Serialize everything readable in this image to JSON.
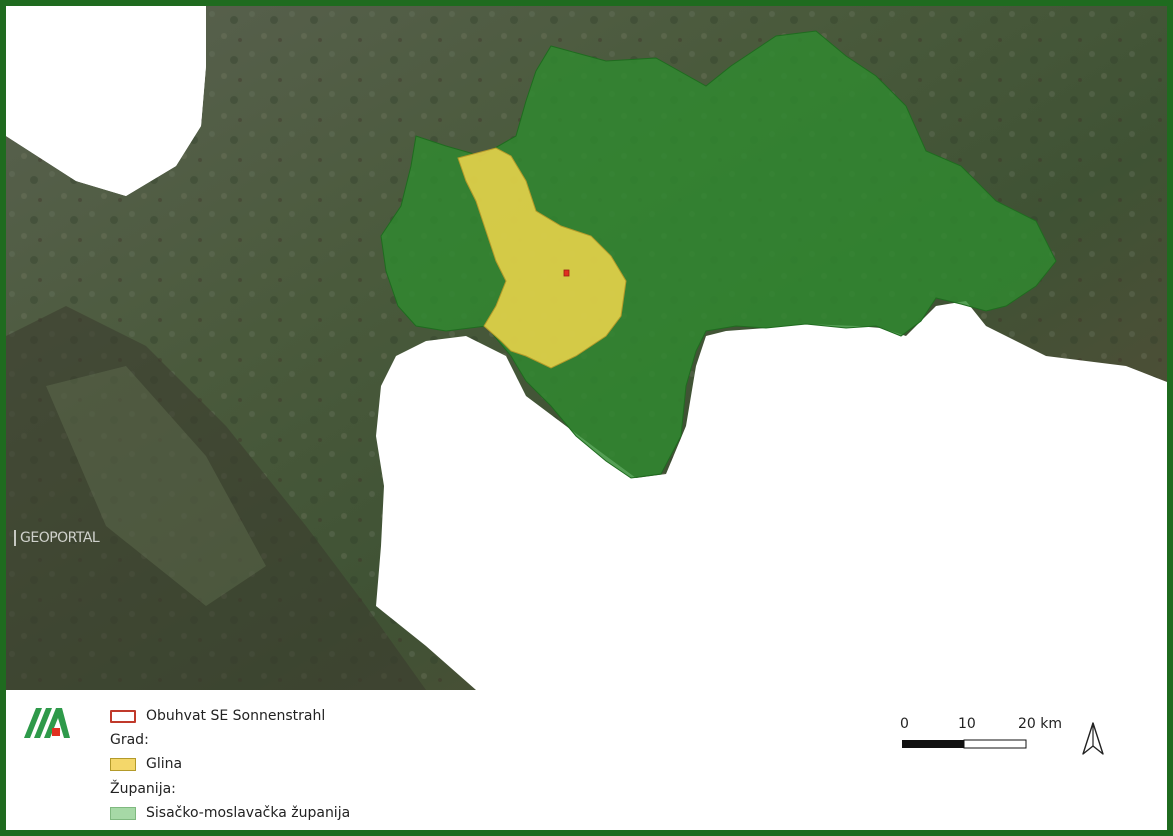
{
  "map": {
    "watermark": "GEOPORTAL",
    "colors": {
      "county_fill": "#2f8a2f",
      "city_fill": "#e6d24a",
      "site_marker": "#e03020",
      "background": "#ffffff"
    }
  },
  "legend": {
    "items": [
      {
        "label": "Obuhvat SE Sonnenstrahl",
        "style": "outline",
        "color": "#c0392b"
      },
      {
        "heading": "Grad:"
      },
      {
        "label": "Glina",
        "style": "fill",
        "color": "#f4d76a"
      },
      {
        "heading": "Županija:"
      },
      {
        "label": "Sisačko-moslavačka županija",
        "style": "fill",
        "color": "#a6d9a6"
      }
    ]
  },
  "scale": {
    "labels": [
      "0",
      "10",
      "20 km"
    ]
  },
  "icons": {
    "north_arrow": "north-arrow-icon",
    "logo": "company-logo-icon"
  }
}
